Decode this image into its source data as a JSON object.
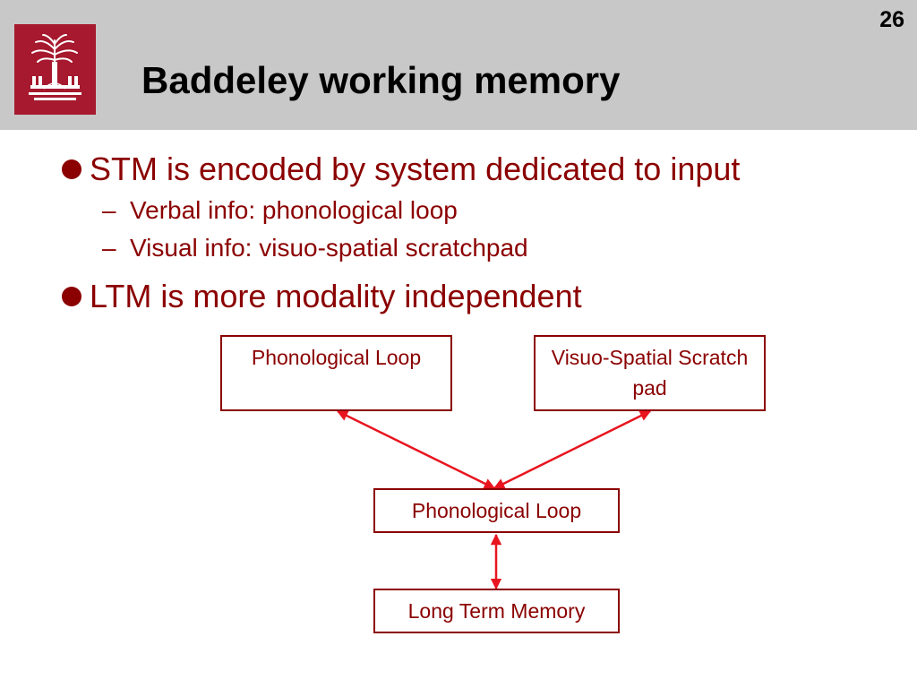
{
  "slide": {
    "number": "26",
    "title": "Baddeley working memory"
  },
  "bullets": [
    {
      "text": "STM is encoded by system dedicated to input",
      "sub": [
        "Verbal info: phonological loop",
        "Visual info: visuo-spatial scratchpad"
      ]
    },
    {
      "text": "LTM is more modality independent",
      "sub": []
    }
  ],
  "diagram": {
    "box_top_left_label": "Phonological Loop",
    "box_top_right_label": "Visuo-Spatial Scratch pad",
    "box_center_label": "Phonological Loop",
    "box_bottom_label": "Long Term Memory"
  },
  "colors": {
    "header_bg": "#c8c8c8",
    "logo_bg": "#a6192e",
    "text_accent": "#8b0000",
    "arrow": "#e8141e"
  },
  "icons": {
    "logo": "palmetto-tree-seal-icon",
    "bullet": "filled-circle-bullet-icon"
  }
}
